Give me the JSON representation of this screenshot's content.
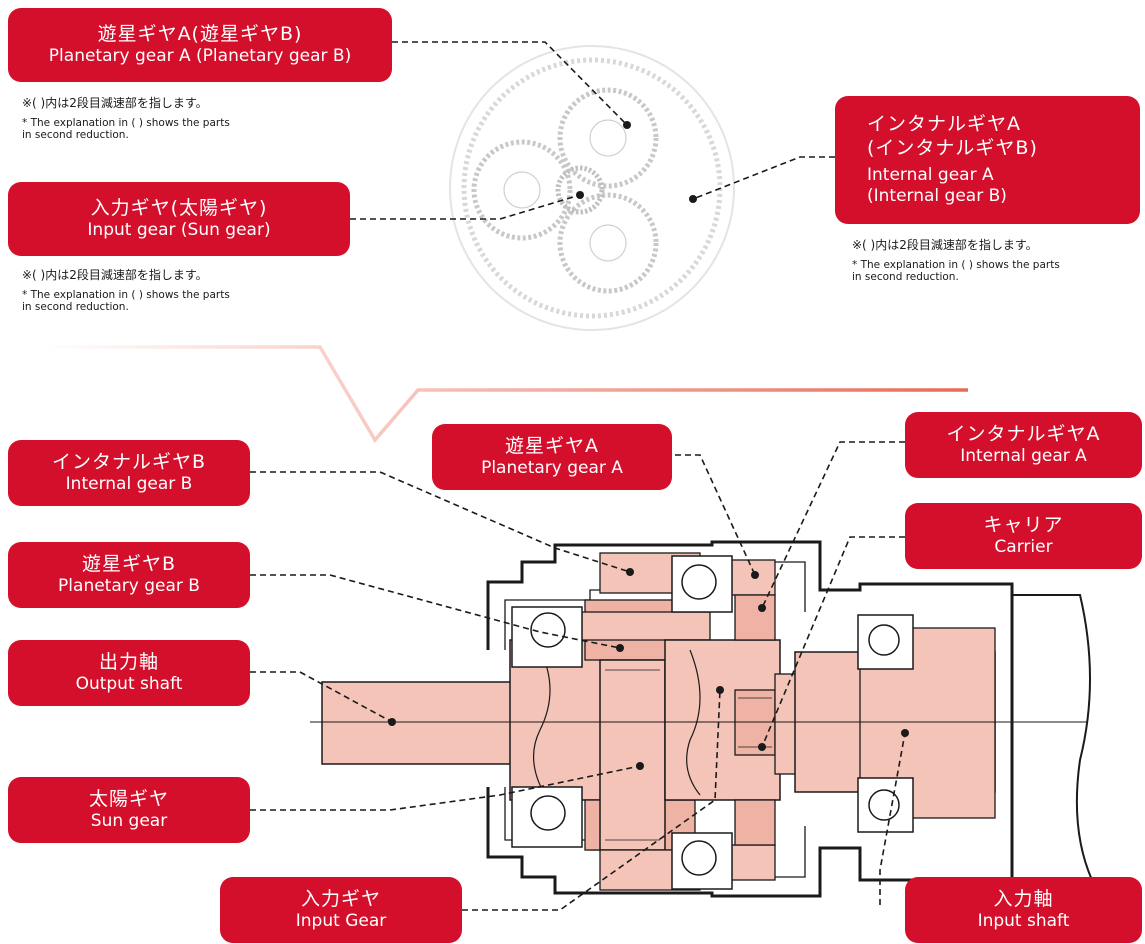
{
  "colors": {
    "label_bg": "#d30f2b",
    "part_fill": "#f4c4b8",
    "part_fill_dark": "#eeb3a5",
    "outline": "#1a1a1a",
    "accent_line": "#e03020"
  },
  "top": {
    "planetary_gear": {
      "jp": "遊星ギヤA(遊星ギヤB)",
      "en": "Planetary gear A (Planetary gear B)",
      "note_jp": "※( )内は2段目減速部を指します。",
      "note_en": "* The explanation in ( ) shows the parts\n  in second reduction."
    },
    "input_gear": {
      "jp": "入力ギヤ(太陽ギヤ)",
      "en": "Input gear (Sun gear)",
      "note_jp": "※( )内は2段目減速部を指します。",
      "note_en": "* The explanation in ( ) shows the parts\n  in second reduction."
    },
    "internal_gear": {
      "jp1": "インタナルギヤA",
      "jp2": "(インタナルギヤB)",
      "en1": "Internal gear A",
      "en2": "(Internal gear B)",
      "note_jp": "※( )内は2段目減速部を指します。",
      "note_en": "* The explanation in ( ) shows the parts\n  in second reduction."
    }
  },
  "bottom": {
    "internal_gear_b": {
      "jp": "インタナルギヤB",
      "en": "Internal gear B"
    },
    "planetary_gear_b": {
      "jp": "遊星ギヤB",
      "en": "Planetary gear B"
    },
    "output_shaft": {
      "jp": "出力軸",
      "en": "Output shaft"
    },
    "sun_gear": {
      "jp": "太陽ギヤ",
      "en": "Sun gear"
    },
    "input_gear": {
      "jp": "入力ギヤ",
      "en": "Input Gear"
    },
    "planetary_gear_a": {
      "jp": "遊星ギヤA",
      "en": "Planetary gear A"
    },
    "internal_gear_a": {
      "jp": "インタナルギヤA",
      "en": "Internal gear A"
    },
    "carrier": {
      "jp": "キャリア",
      "en": "Carrier"
    },
    "input_shaft": {
      "jp": "入力軸",
      "en": "Input shaft"
    }
  }
}
